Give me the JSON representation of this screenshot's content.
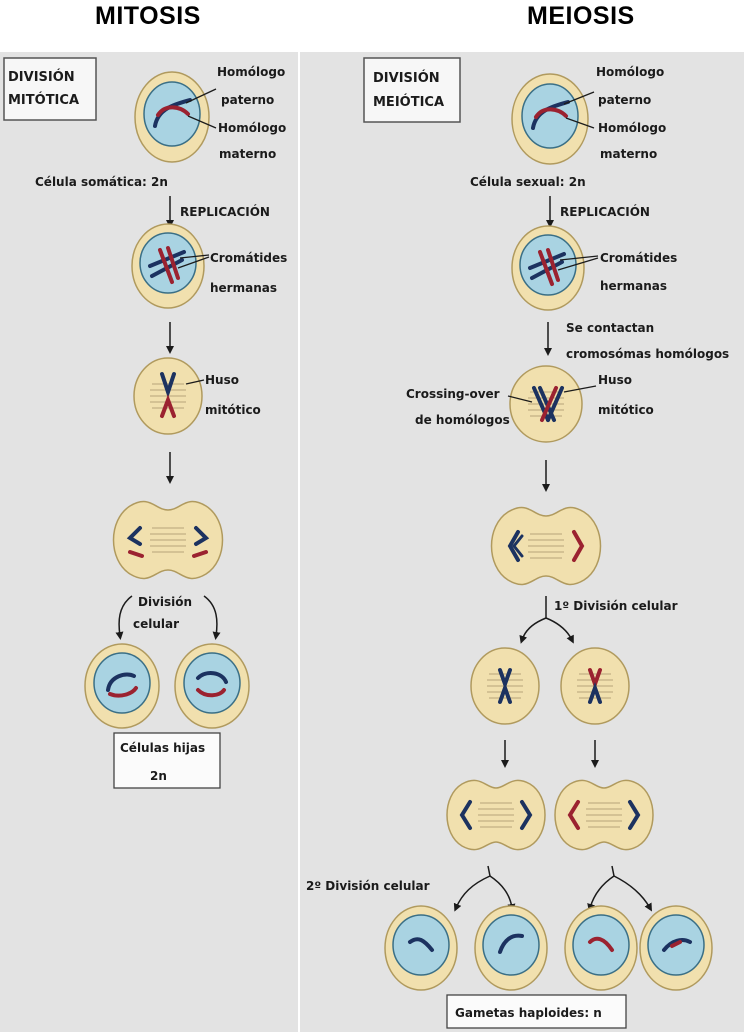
{
  "headings": {
    "left": "MITOSIS",
    "right": "MEIOSIS"
  },
  "mitosis": {
    "title_line1": "DIVISIÓN",
    "title_line2": "MITÓTICA",
    "hom_paterno_1": "Homólogo",
    "hom_paterno_2": "paterno",
    "hom_materno_1": "Homólogo",
    "hom_materno_2": "materno",
    "cell_label": "Célula somática: 2n",
    "replication": "REPLICACIÓN",
    "cromatides_1": "Cromátides",
    "cromatides_2": "hermanas",
    "huso_1": "Huso",
    "huso_2": "mitótico",
    "division_1": "División",
    "division_2": "celular",
    "result_1": "Células hijas",
    "result_2": "2n"
  },
  "meiosis": {
    "title_line1": "DIVISIÓN",
    "title_line2": "MEIÓTICA",
    "hom_paterno_1": "Homólogo",
    "hom_paterno_2": "paterno",
    "hom_materno_1": "Homólogo",
    "hom_materno_2": "materno",
    "cell_label": "Célula sexual: 2n",
    "replication": "REPLICACIÓN",
    "cromatides_1": "Cromátides",
    "cromatides_2": "hermanas",
    "contact_1": "Se contactan",
    "contact_2": "cromosómas homólogos",
    "crossing_1": "Crossing-over",
    "crossing_2": "de homólogos",
    "huso_1": "Huso",
    "huso_2": "mitótico",
    "first_division": "1º División celular",
    "second_division": "2º División celular",
    "result": "Gametas haploides: n"
  },
  "colors": {
    "background": "#e3e3e3",
    "cell_fill": "#f1e0ae",
    "cell_stroke": "#b09a5e",
    "nucleus_fill": "#a9d3e2",
    "nucleus_stroke": "#3a6f86",
    "paternal": "#1c3260",
    "maternal": "#9b2230"
  }
}
